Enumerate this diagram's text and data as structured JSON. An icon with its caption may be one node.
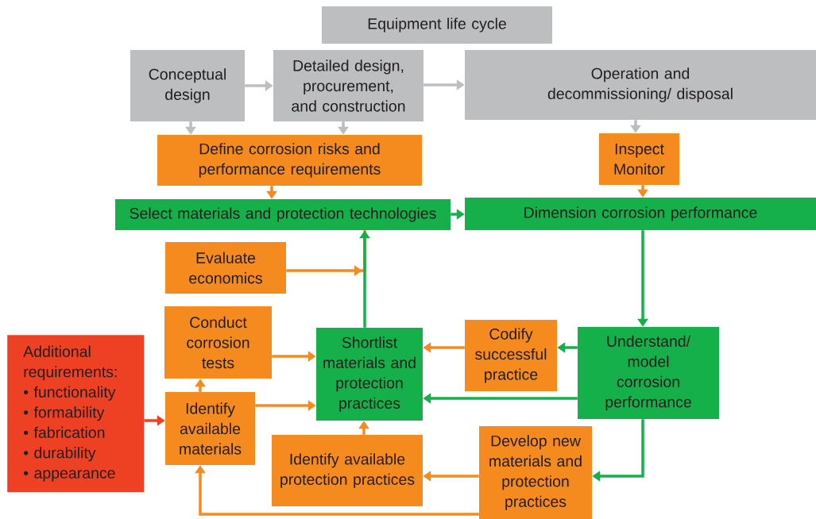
{
  "diagram": {
    "nodes": [
      {
        "text": [
          "Equipment life cycle"
        ]
      },
      {
        "text": [
          "Conceptual design"
        ]
      },
      {
        "text": [
          "Detailed design, procurement, and construction"
        ]
      },
      {
        "text": [
          "Operation and decommissioning/ disposal"
        ]
      },
      {
        "text": [
          "Define corrosion risks  and performance requirements"
        ]
      },
      {
        "text": [
          "Inspect Monitor"
        ]
      },
      {
        "text": [
          "Select materials and protection technologies"
        ]
      },
      {
        "text": [
          "Dimension corrosion performance"
        ]
      },
      {
        "text": [
          "Evaluate economics"
        ]
      },
      {
        "text": [
          "Additional requirements:",
          "• functionality",
          "• formability",
          "• fabrication",
          "• durability",
          "• appearance"
        ]
      },
      {
        "text": [
          "Conduct corrosion tests"
        ]
      },
      {
        "text": [
          "Identify available materials"
        ]
      },
      {
        "text": [
          "Shortlist materials and protection practices"
        ]
      },
      {
        "text": [
          "Codify successful practice"
        ]
      },
      {
        "text": [
          "Understand/ model corrosion performance"
        ]
      },
      {
        "text": [
          "Identify available protection practices"
        ]
      },
      {
        "text": [
          "Develop new materials and protection practices"
        ]
      }
    ],
    "edges": [
      {
        "from": 1,
        "to": 2,
        "arrow": "to",
        "color": "#bcbec0"
      },
      {
        "from": 2,
        "to": 3,
        "arrow": "to",
        "color": "#bcbec0"
      },
      {
        "from": 1,
        "to": 4,
        "arrow": "to",
        "color": "#bcbec0"
      },
      {
        "from": 2,
        "to": 4,
        "arrow": "to",
        "color": "#bcbec0"
      },
      {
        "from": 3,
        "to": 5,
        "arrow": "to",
        "color": "#bcbec0"
      },
      {
        "from": 4,
        "to": 6,
        "arrow": "to"
      },
      {
        "from": 5,
        "to": 7,
        "arrow": "to"
      },
      {
        "from": 6,
        "to": 7,
        "arrow": "to",
        "color": "#16b04a"
      },
      {
        "from": 7,
        "to": 14,
        "arrow": "to",
        "color": "#16b04a"
      },
      {
        "from": 14,
        "to": 13,
        "arrow": "to",
        "color": "#16b04a"
      },
      {
        "from": 13,
        "to": 12,
        "arrow": "to"
      },
      {
        "from": 14,
        "to": 12,
        "arrow": "to",
        "color": "#16b04a"
      },
      {
        "from": 14,
        "to": 16,
        "arrow": "to",
        "color": "#16b04a"
      },
      {
        "from": 16,
        "to": 15,
        "arrow": "to"
      },
      {
        "from": 16,
        "to": 11,
        "arrow": "to"
      },
      {
        "from": 15,
        "to": 12,
        "arrow": "to"
      },
      {
        "from": 12,
        "to": 6,
        "arrow": "to",
        "color": "#16b04a"
      },
      {
        "from": 8,
        "to": 6,
        "arrow": "to"
      },
      {
        "from": 10,
        "to": 12,
        "arrow": "to"
      },
      {
        "from": 11,
        "to": 12,
        "arrow": "to"
      },
      {
        "from": 11,
        "to": 10,
        "arrow": "to"
      },
      {
        "from": 9,
        "to": 11,
        "arrow": "to",
        "color": "#ee4023"
      }
    ]
  }
}
